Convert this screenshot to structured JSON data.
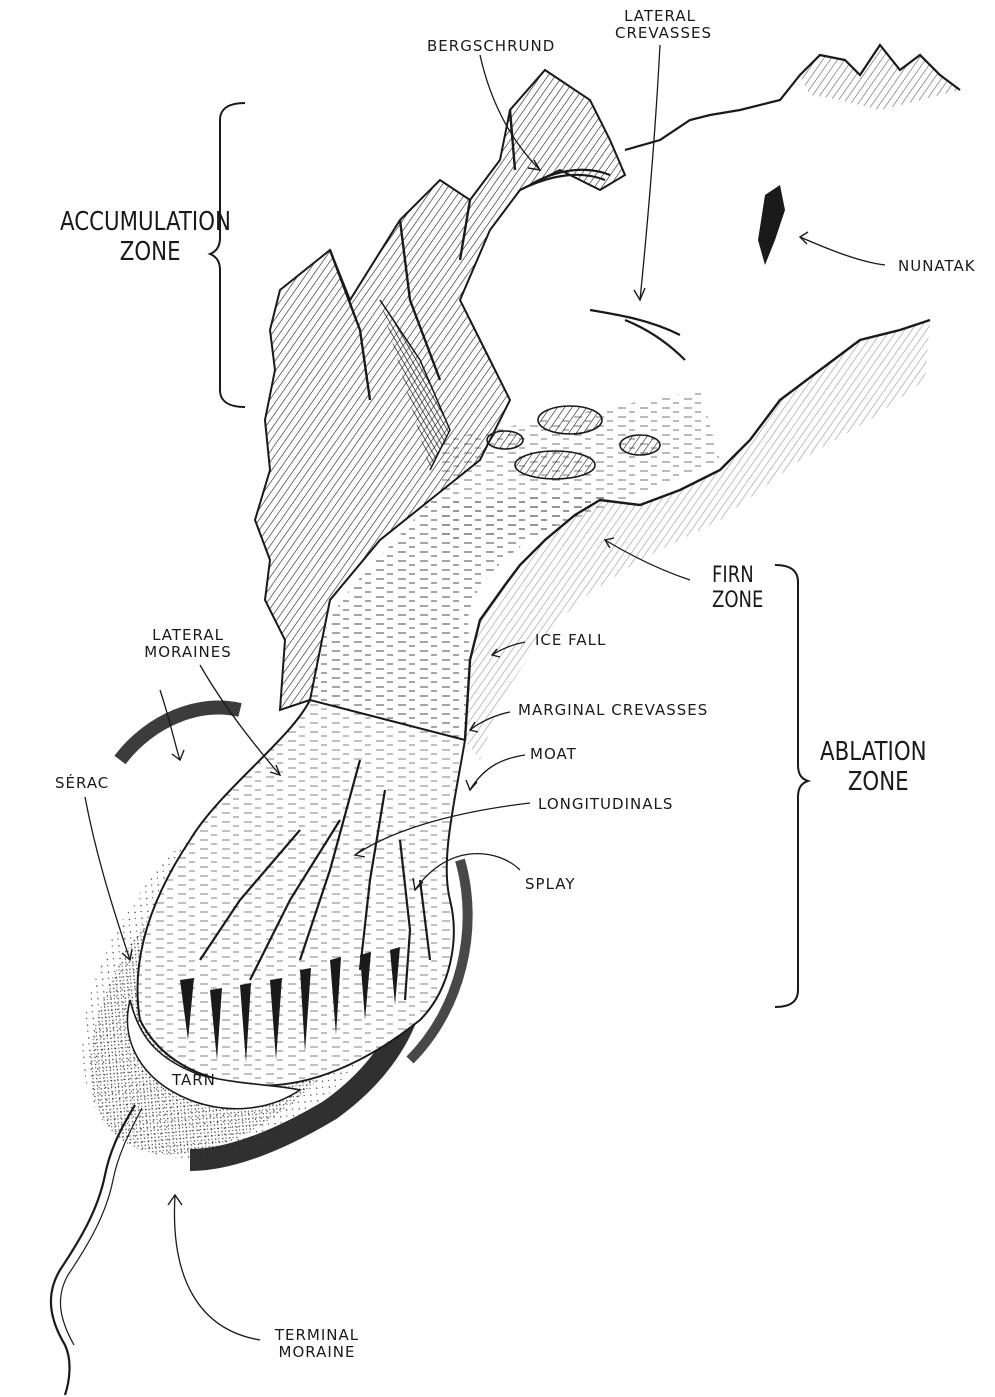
{
  "labels": {
    "bergschrund": "Bergschrund",
    "lateral_crevasses": [
      "Lateral",
      "Crevasses"
    ],
    "accumulation_zone": [
      "Accumulation",
      "Zone"
    ],
    "nunatak": "Nunatak",
    "firn_zone": [
      "Firn",
      "Zone"
    ],
    "ice_fall": "Ice Fall",
    "lateral_moraines": [
      "Lateral",
      "Moraines"
    ],
    "marginal_crevasses": "Marginal Crevasses",
    "ablation_zone": [
      "Ablation",
      "Zone"
    ],
    "moat": "Moat",
    "serac": "Sérac",
    "longitudinals": "Longitudinals",
    "splay": "Splay",
    "tarn": "Tarn",
    "terminal_moraine": [
      "Terminal",
      "Moraine"
    ]
  },
  "colors": {
    "ink": "#1a1a1a",
    "paper": "#ffffff"
  }
}
